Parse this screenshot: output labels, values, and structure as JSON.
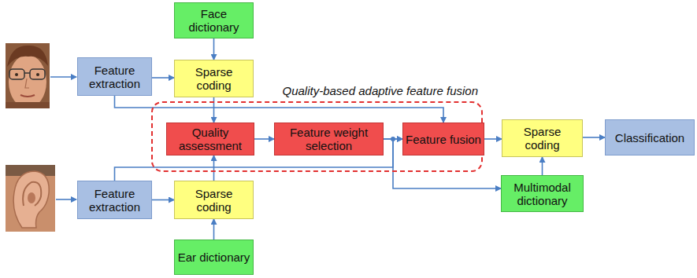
{
  "diagram": {
    "nodes": [
      {
        "text": [
          "Face dictionary"
        ]
      },
      {
        "text": [
          "Feature extraction"
        ]
      },
      {
        "text": [
          "Sparse coding"
        ]
      },
      {
        "text": [
          "Quality-based adaptive feature fusion"
        ]
      },
      {
        "text": [
          "Quality assessment"
        ],
        "in": 3
      },
      {
        "text": [
          "Feature weight selection"
        ],
        "in": 3
      },
      {
        "text": [
          "Feature fusion"
        ],
        "in": 3
      },
      {
        "text": [
          "Sparse coding"
        ]
      },
      {
        "text": [
          "Classification"
        ]
      },
      {
        "text": [
          "Feature extraction"
        ]
      },
      {
        "text": [
          "Sparse coding"
        ]
      },
      {
        "text": [
          "Multimodal dictionary"
        ]
      },
      {
        "text": [
          "Ear dictionary"
        ]
      }
    ],
    "edges": [
      {
        "from": 0,
        "to": 2,
        "arrow": "to"
      },
      {
        "from": 1,
        "to": 2,
        "arrow": "to"
      },
      {
        "from": 2,
        "to": 4,
        "arrow": "to"
      },
      {
        "from": 1,
        "to": 6,
        "arrow": "to"
      },
      {
        "from": 4,
        "to": 5,
        "arrow": "to"
      },
      {
        "from": 5,
        "to": 6,
        "arrow": "to"
      },
      {
        "from": 6,
        "to": 7,
        "arrow": "to"
      },
      {
        "from": 7,
        "to": 8,
        "arrow": "to"
      },
      {
        "from": 11,
        "to": 7,
        "arrow": "to"
      },
      {
        "from": 10,
        "to": 4,
        "arrow": "to"
      },
      {
        "from": 12,
        "to": 10,
        "arrow": "to"
      },
      {
        "from": 9,
        "to": 10,
        "arrow": "to"
      },
      {
        "from": 9,
        "to": 6,
        "arrow": "to"
      },
      {
        "from": 5,
        "to": 11,
        "arrow": "to"
      }
    ]
  }
}
